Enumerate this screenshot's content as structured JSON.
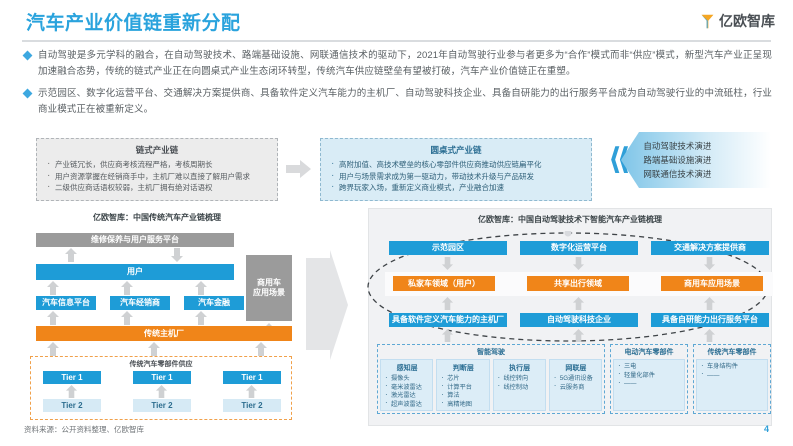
{
  "header": {
    "title": "汽车产业价值链重新分配",
    "logo_text": "亿欧智库",
    "logo_icon": "y-brand-icon"
  },
  "bullets": [
    "自动驾驶是多元学科的融合，在自动驾驶技术、路端基础设施、网联通信技术的驱动下，2021年自动驾驶行业参与者更多为“合作”模式而非“供应”模式，新型汽车产业正呈现加速融合态势，传统的链式产业正在向圆桌式产业生态闭环转型，传统汽车供应链壁垒有望被打破，汽车产业价值链正在重塑。",
    "示范园区、数字化运营平台、交通解决方案提供商、具备软件定义汽车能力的主机厂、自动驾驶科技企业、具备自研能力的出行服务平台成为自动驾驶行业的中流砥柱，行业商业模式正在被重新定义。"
  ],
  "compare": {
    "chain": {
      "title": "链式产业链",
      "items": [
        "产业链冗长，供应商考核流程严格，考核周期长",
        "用户资源掌握在经销商手中，主机厂难以直接了解用户需求",
        "二级供应商话语权较弱，主机厂拥有绝对话语权"
      ]
    },
    "arrow_icon": "right-arrow-icon",
    "roundtable": {
      "title": "圆桌式产业链",
      "items": [
        "高附加值、高技术壁垒的核心零部件供应商推动供应链扁平化",
        "用户与场景需求成为第一驱动力，带动技术升级与产品研发",
        "跨界玩家入场，重新定义商业模式，产业融合加速"
      ]
    }
  },
  "evolution": {
    "chevron_icon": "double-chevron-left-icon",
    "lines": [
      "自动驾驶技术演进",
      "路端基础设施演进",
      "网联通信技术演进"
    ]
  },
  "left_diagram": {
    "caption": "亿欧智库：中国传统汽车产业链梳理",
    "service_platform": "维修保养与用户服务平台",
    "user": "用户",
    "channels": [
      "汽车信息平台",
      "汽车经销商",
      "汽车金融"
    ],
    "oem": "传统主机厂",
    "commercial": "商用车\n应用场景",
    "commercial_line1": "商用车",
    "commercial_line2": "应用场景",
    "supply_label": "传统汽车零部件供应",
    "tier1": [
      "Tier 1",
      "Tier 1",
      "Tier 1"
    ],
    "tier2": [
      "Tier 2",
      "Tier 2",
      "Tier 2"
    ],
    "arrow_up_icon": "up-arrow-icon",
    "arrow_down_icon": "down-arrow-icon"
  },
  "transition_arrow_icon": "big-right-arrow-icon",
  "right_diagram": {
    "caption": "亿欧智库：中国自动驾驶技术下智能汽车产业链梳理",
    "top_row": [
      "示范园区",
      "数字化运营平台",
      "交通解决方案提供商"
    ],
    "mid_row": [
      "私家车领域（用户）",
      "共享出行领域",
      "商用车应用场景"
    ],
    "bottom_row": [
      "具备软件定义汽车能力的主机厂",
      "自动驾驶科技企业",
      "具备自研能力出行服务平台"
    ],
    "smart_driving_label": "智能驾驶",
    "smart_driving_groups": [
      {
        "title": "感知层",
        "items": [
          "摄像头",
          "毫米波雷达",
          "激光雷达",
          "超声波雷达"
        ]
      },
      {
        "title": "判断层",
        "items": [
          "芯片",
          "计算平台",
          "算法",
          "高精地图"
        ]
      },
      {
        "title": "执行层",
        "items": [
          "线控转向",
          "线控制动"
        ]
      },
      {
        "title": "网联层",
        "items": [
          "5G通讯设备",
          "云服务商"
        ]
      }
    ],
    "ev_parts": {
      "title": "电动汽车零部件",
      "items": [
        "三电",
        "轻量化部件",
        "——"
      ]
    },
    "trad_parts": {
      "title": "传统汽车零部件",
      "items": [
        "车身结构件",
        "——"
      ]
    },
    "ellipse_icon": "dashed-ellipse-icon",
    "arrow_up_icon": "up-arrow-icon",
    "arrow_down_icon": "down-arrow-icon"
  },
  "footer": {
    "source": "资料来源：公开资料整理、亿欧智库",
    "page_number": "4"
  },
  "colors": {
    "accent_blue": "#2aa3dd",
    "bar_blue": "#1e9cd7",
    "orange": "#f08519",
    "grey": "#9b9b9b",
    "light_blue": "#d6eaf5"
  }
}
